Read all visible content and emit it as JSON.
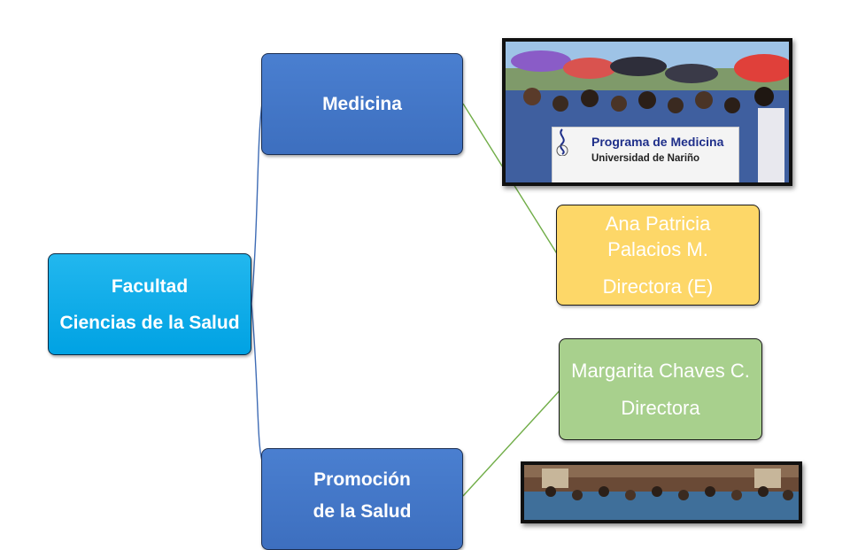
{
  "root": {
    "line1": "Facultad",
    "line2": "Ciencias de la Salud"
  },
  "branches": [
    {
      "label": "Medicina"
    },
    {
      "label_line1": "Promoción",
      "label_line2": "de la  Salud"
    }
  ],
  "directors": [
    {
      "name_line1": "Ana Patricia",
      "name_line2": "Palacios M.",
      "role": "Directora (E)",
      "color": "#fdd768"
    },
    {
      "name": "Margarita Chaves C.",
      "role": "Directora",
      "color": "#a8d08d"
    }
  ],
  "photo_medicina": {
    "banner_title": "Programa de Medicina",
    "banner_subtitle": "Universidad de Nariño"
  },
  "colors": {
    "root": "#00a2e3",
    "branch": "#3d6fbf",
    "connector_root": "#3f6cb5",
    "connector_leaf": "#70ad47"
  }
}
